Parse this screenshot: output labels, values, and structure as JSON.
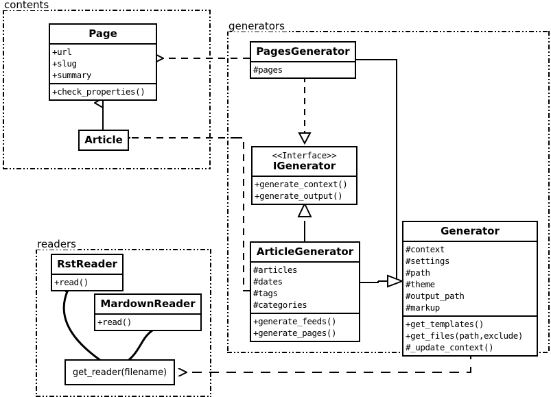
{
  "diagram": {
    "type": "uml-class-diagram",
    "title": "",
    "background": "#ffffff",
    "line_color": "#000000"
  },
  "packages": [
    {
      "id": "contents",
      "label": "contents"
    },
    {
      "id": "generators",
      "label": "generators"
    },
    {
      "id": "readers",
      "label": "readers"
    }
  ],
  "classes": {
    "page": {
      "name": "Page",
      "stereotype": "",
      "attributes": [
        "+url",
        "+slug",
        "+summary"
      ],
      "methods": [
        "+check_properties()"
      ]
    },
    "article": {
      "name": "Article",
      "stereotype": "",
      "attributes": [],
      "methods": []
    },
    "pages_generator": {
      "name": "PagesGenerator",
      "stereotype": "",
      "attributes": [
        "#pages"
      ],
      "methods": []
    },
    "igenerator": {
      "name": "IGenerator",
      "stereotype": "<<Interface>>",
      "attributes": [],
      "methods": [
        "+generate_context()",
        "+generate_output()"
      ]
    },
    "article_generator": {
      "name": "ArticleGenerator",
      "stereotype": "",
      "attributes": [
        "#articles",
        "#dates",
        "#tags",
        "#categories"
      ],
      "methods": [
        "+generate_feeds()",
        "+generate_pages()"
      ]
    },
    "generator": {
      "name": "Generator",
      "stereotype": "",
      "attributes": [
        "#context",
        "#settings",
        "#path",
        "#theme",
        "#output_path",
        "#markup"
      ],
      "methods": [
        "+get_templates()",
        "+get_files(path,exclude)",
        "#_update_context()"
      ]
    },
    "rst_reader": {
      "name": "RstReader",
      "stereotype": "",
      "attributes": [],
      "methods": [
        "+read()"
      ]
    },
    "mardown_reader": {
      "name": "MardownReader",
      "stereotype": "",
      "attributes": [],
      "methods": [
        "+read()"
      ]
    },
    "get_reader": {
      "name": "get_reader(filename)",
      "stereotype": "",
      "attributes": [],
      "methods": []
    }
  },
  "relationships": [
    {
      "id": "article-inherits-page",
      "from": "Article",
      "to": "Page",
      "kind": "generalization"
    },
    {
      "id": "pagesgenerator-realizes-igenerator",
      "from": "PagesGenerator",
      "to": "IGenerator",
      "kind": "realization"
    },
    {
      "id": "articlegenerator-realizes-igenerator",
      "from": "ArticleGenerator",
      "to": "IGenerator",
      "kind": "generalization"
    },
    {
      "id": "pagesgenerator-inherits-generator",
      "from": "PagesGenerator",
      "to": "Generator",
      "kind": "generalization"
    },
    {
      "id": "articlegenerator-inherits-generator",
      "from": "ArticleGenerator",
      "to": "Generator",
      "kind": "generalization"
    },
    {
      "id": "pagesgenerator-uses-page",
      "from": "PagesGenerator",
      "to": "Page",
      "kind": "dependency"
    },
    {
      "id": "articlegenerator-uses-article",
      "from": "ArticleGenerator",
      "to": "Article",
      "kind": "dependency"
    },
    {
      "id": "generator-uses-get-reader",
      "from": "Generator",
      "to": "get_reader",
      "kind": "dependency"
    },
    {
      "id": "get-reader-returns-rstreader",
      "from": "get_reader",
      "to": "RstReader",
      "kind": "association"
    },
    {
      "id": "get-reader-returns-mardownreader",
      "from": "get_reader",
      "to": "MardownReader",
      "kind": "association"
    }
  ]
}
